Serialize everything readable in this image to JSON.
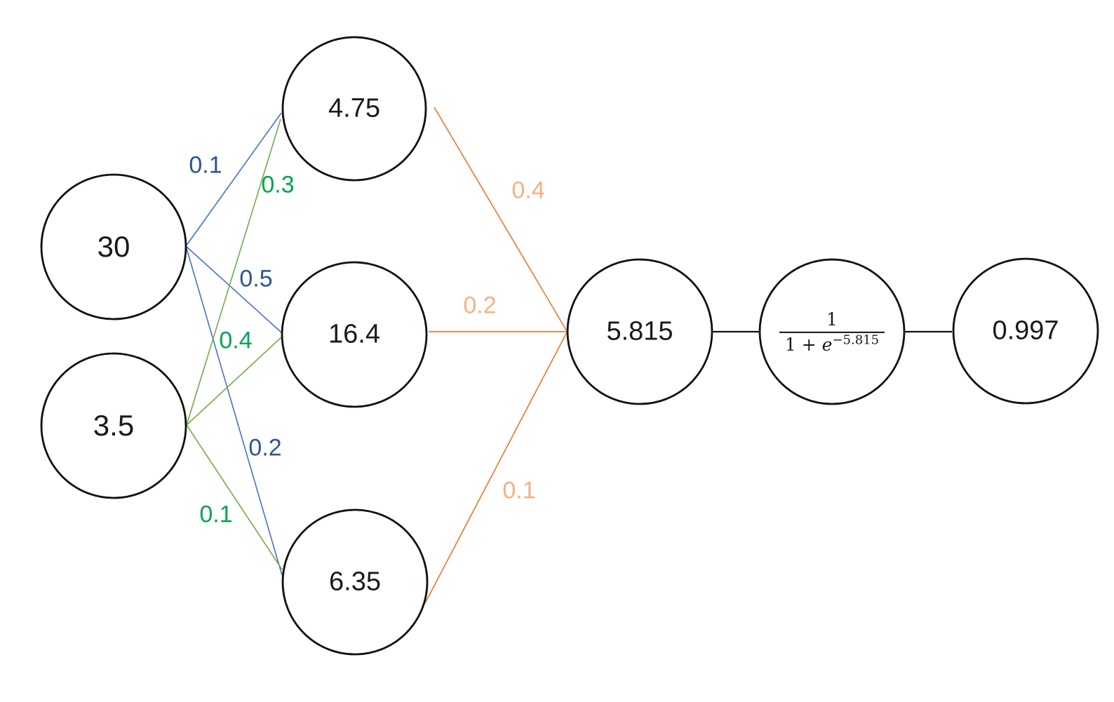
{
  "colors": {
    "edge-blue": "#4472C4",
    "edge-green": "#70AD47",
    "edge-orange": "#ED7D31",
    "weight-text-blue": "#2E5597",
    "weight-text-green": "#00A550",
    "weight-text-orange": "#F4B183"
  },
  "nodes": {
    "input": [
      {
        "value": "30"
      },
      {
        "value": "3.5"
      }
    ],
    "hidden": [
      {
        "value": "4.75"
      },
      {
        "value": "16.4"
      },
      {
        "value": "6.35"
      }
    ],
    "sum": {
      "value": "5.815"
    },
    "activation": {
      "numerator": "1",
      "den_base": "1 + ",
      "den_e": "e",
      "exponent": "−5.815"
    },
    "output": {
      "value": "0.997"
    }
  },
  "weights": {
    "input_to_hidden": [
      {
        "from": "30",
        "to": "4.75",
        "value": "0.1",
        "color": "blue"
      },
      {
        "from": "3.5",
        "to": "4.75",
        "value": "0.3",
        "color": "green"
      },
      {
        "from": "30",
        "to": "16.4",
        "value": "0.5",
        "color": "blue"
      },
      {
        "from": "3.5",
        "to": "16.4",
        "value": "0.4",
        "color": "green"
      },
      {
        "from": "30",
        "to": "6.35",
        "value": "0.2",
        "color": "blue"
      },
      {
        "from": "3.5",
        "to": "6.35",
        "value": "0.1",
        "color": "green"
      }
    ],
    "hidden_to_output": [
      {
        "from": "4.75",
        "to": "5.815",
        "value": "0.4",
        "color": "orange"
      },
      {
        "from": "16.4",
        "to": "5.815",
        "value": "0.2",
        "color": "orange"
      },
      {
        "from": "6.35",
        "to": "5.815",
        "value": "0.1",
        "color": "orange"
      }
    ]
  }
}
